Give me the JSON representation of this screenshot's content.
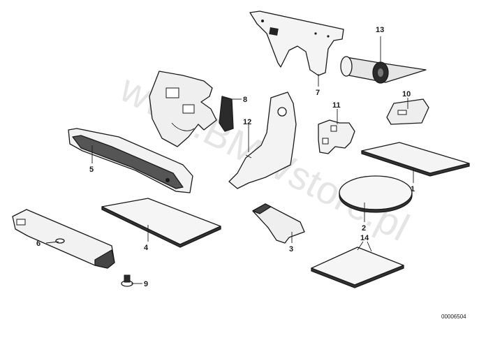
{
  "watermark": "www.BMWstore.pl",
  "ref_code": "00006504",
  "callouts": {
    "c1": "1",
    "c2": "2",
    "c3": "3",
    "c4": "4",
    "c5": "5",
    "c6": "6",
    "c7": "7",
    "c8": "8",
    "c9": "9",
    "c10": "10",
    "c11": "11",
    "c12": "12",
    "c13": "13",
    "c14": "14"
  }
}
